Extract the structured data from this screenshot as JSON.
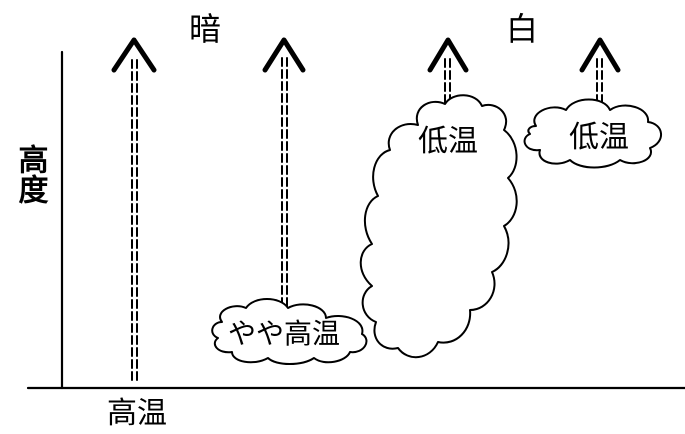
{
  "labels": {
    "dark": "暗",
    "white": "白",
    "altitude": "高度",
    "high_temp": "高温",
    "slightly_high_temp": "やや高温",
    "low_temp_tall_cloud": "低温",
    "low_temp_small_cloud": "低温"
  },
  "colors": {
    "ink": "#000000",
    "background": "#ffffff"
  }
}
